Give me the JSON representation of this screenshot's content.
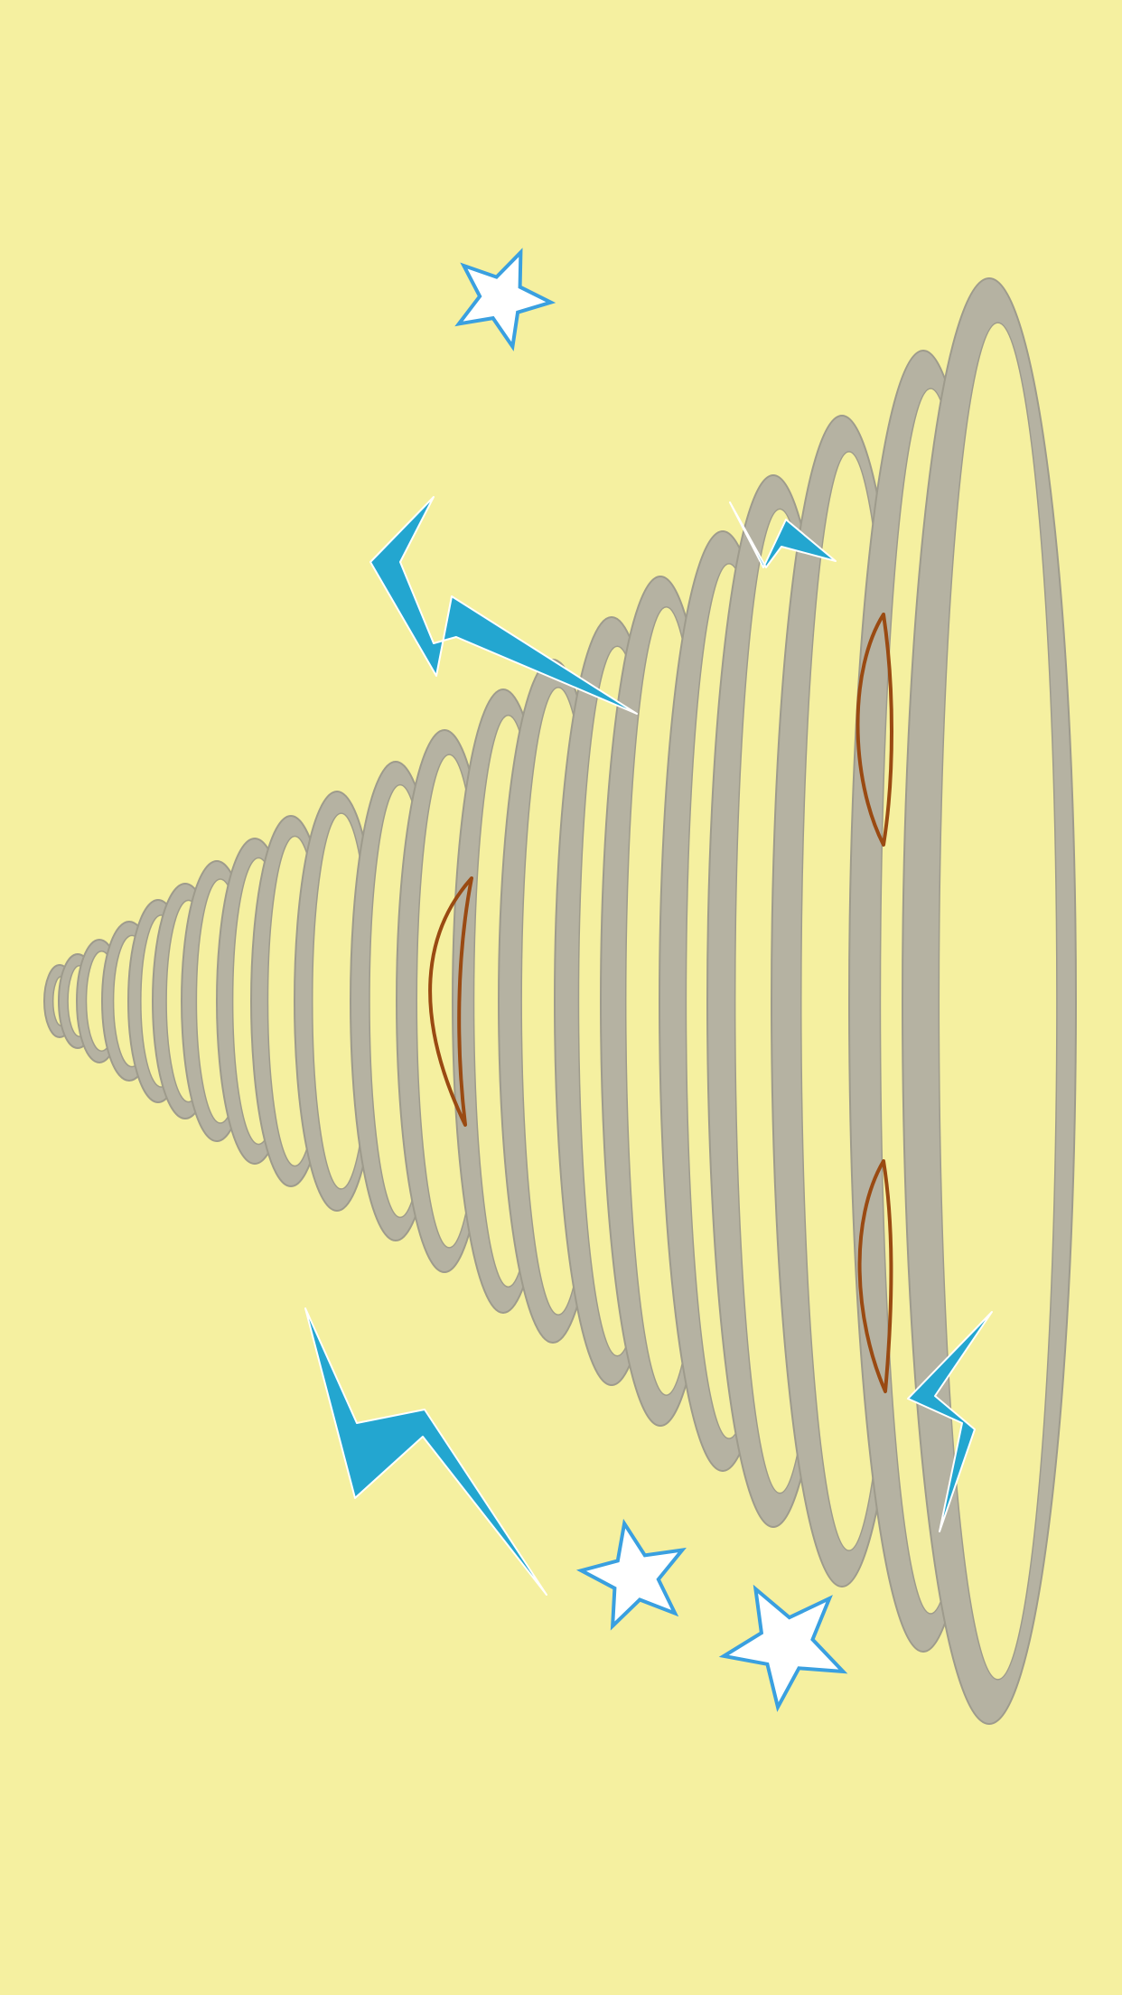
{
  "scene": {
    "description_free": true,
    "background_color": "#f5f0a0",
    "tornado": {
      "ring_fill": "#b5b2a2",
      "ring_stroke": "#9e9b8c",
      "ring_count": 21
    },
    "debris": {
      "color": "#9a4a12",
      "count": 3
    },
    "lightning": {
      "color": "#23a6d0",
      "outline": "#ffffff",
      "count": 4
    },
    "stars": {
      "fill": "#ffffff",
      "stroke": "#3aa0e0",
      "count": 3
    }
  }
}
